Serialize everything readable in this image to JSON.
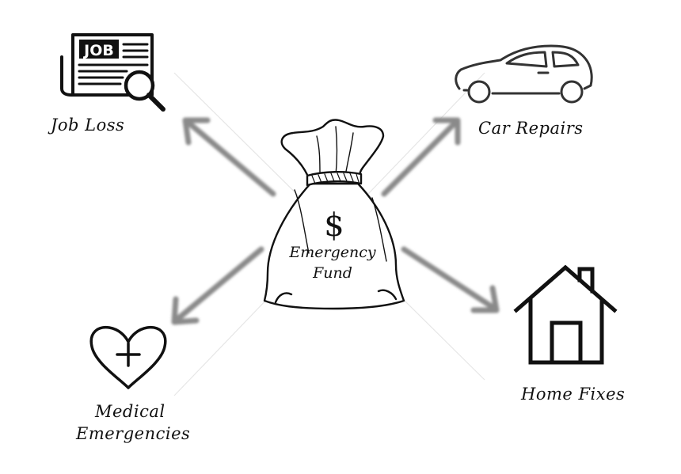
{
  "center": {
    "line1": "Emergency",
    "line2": "Fund",
    "symbol": "$",
    "icon": "money-bag-icon"
  },
  "nodes": {
    "job_loss": {
      "label": "Job Loss",
      "icon": "newspaper-job-search-icon",
      "badge": "JOB"
    },
    "car_repairs": {
      "label": "Car Repairs",
      "icon": "car-icon"
    },
    "medical": {
      "label_line1": "Medical",
      "label_line2": "Emergencies",
      "icon": "heart-plus-icon"
    },
    "home_fixes": {
      "label": "Home Fixes",
      "icon": "house-icon"
    }
  },
  "colors": {
    "ink": "#111111",
    "arrow": "#8a8a8a",
    "background": "#ffffff"
  }
}
